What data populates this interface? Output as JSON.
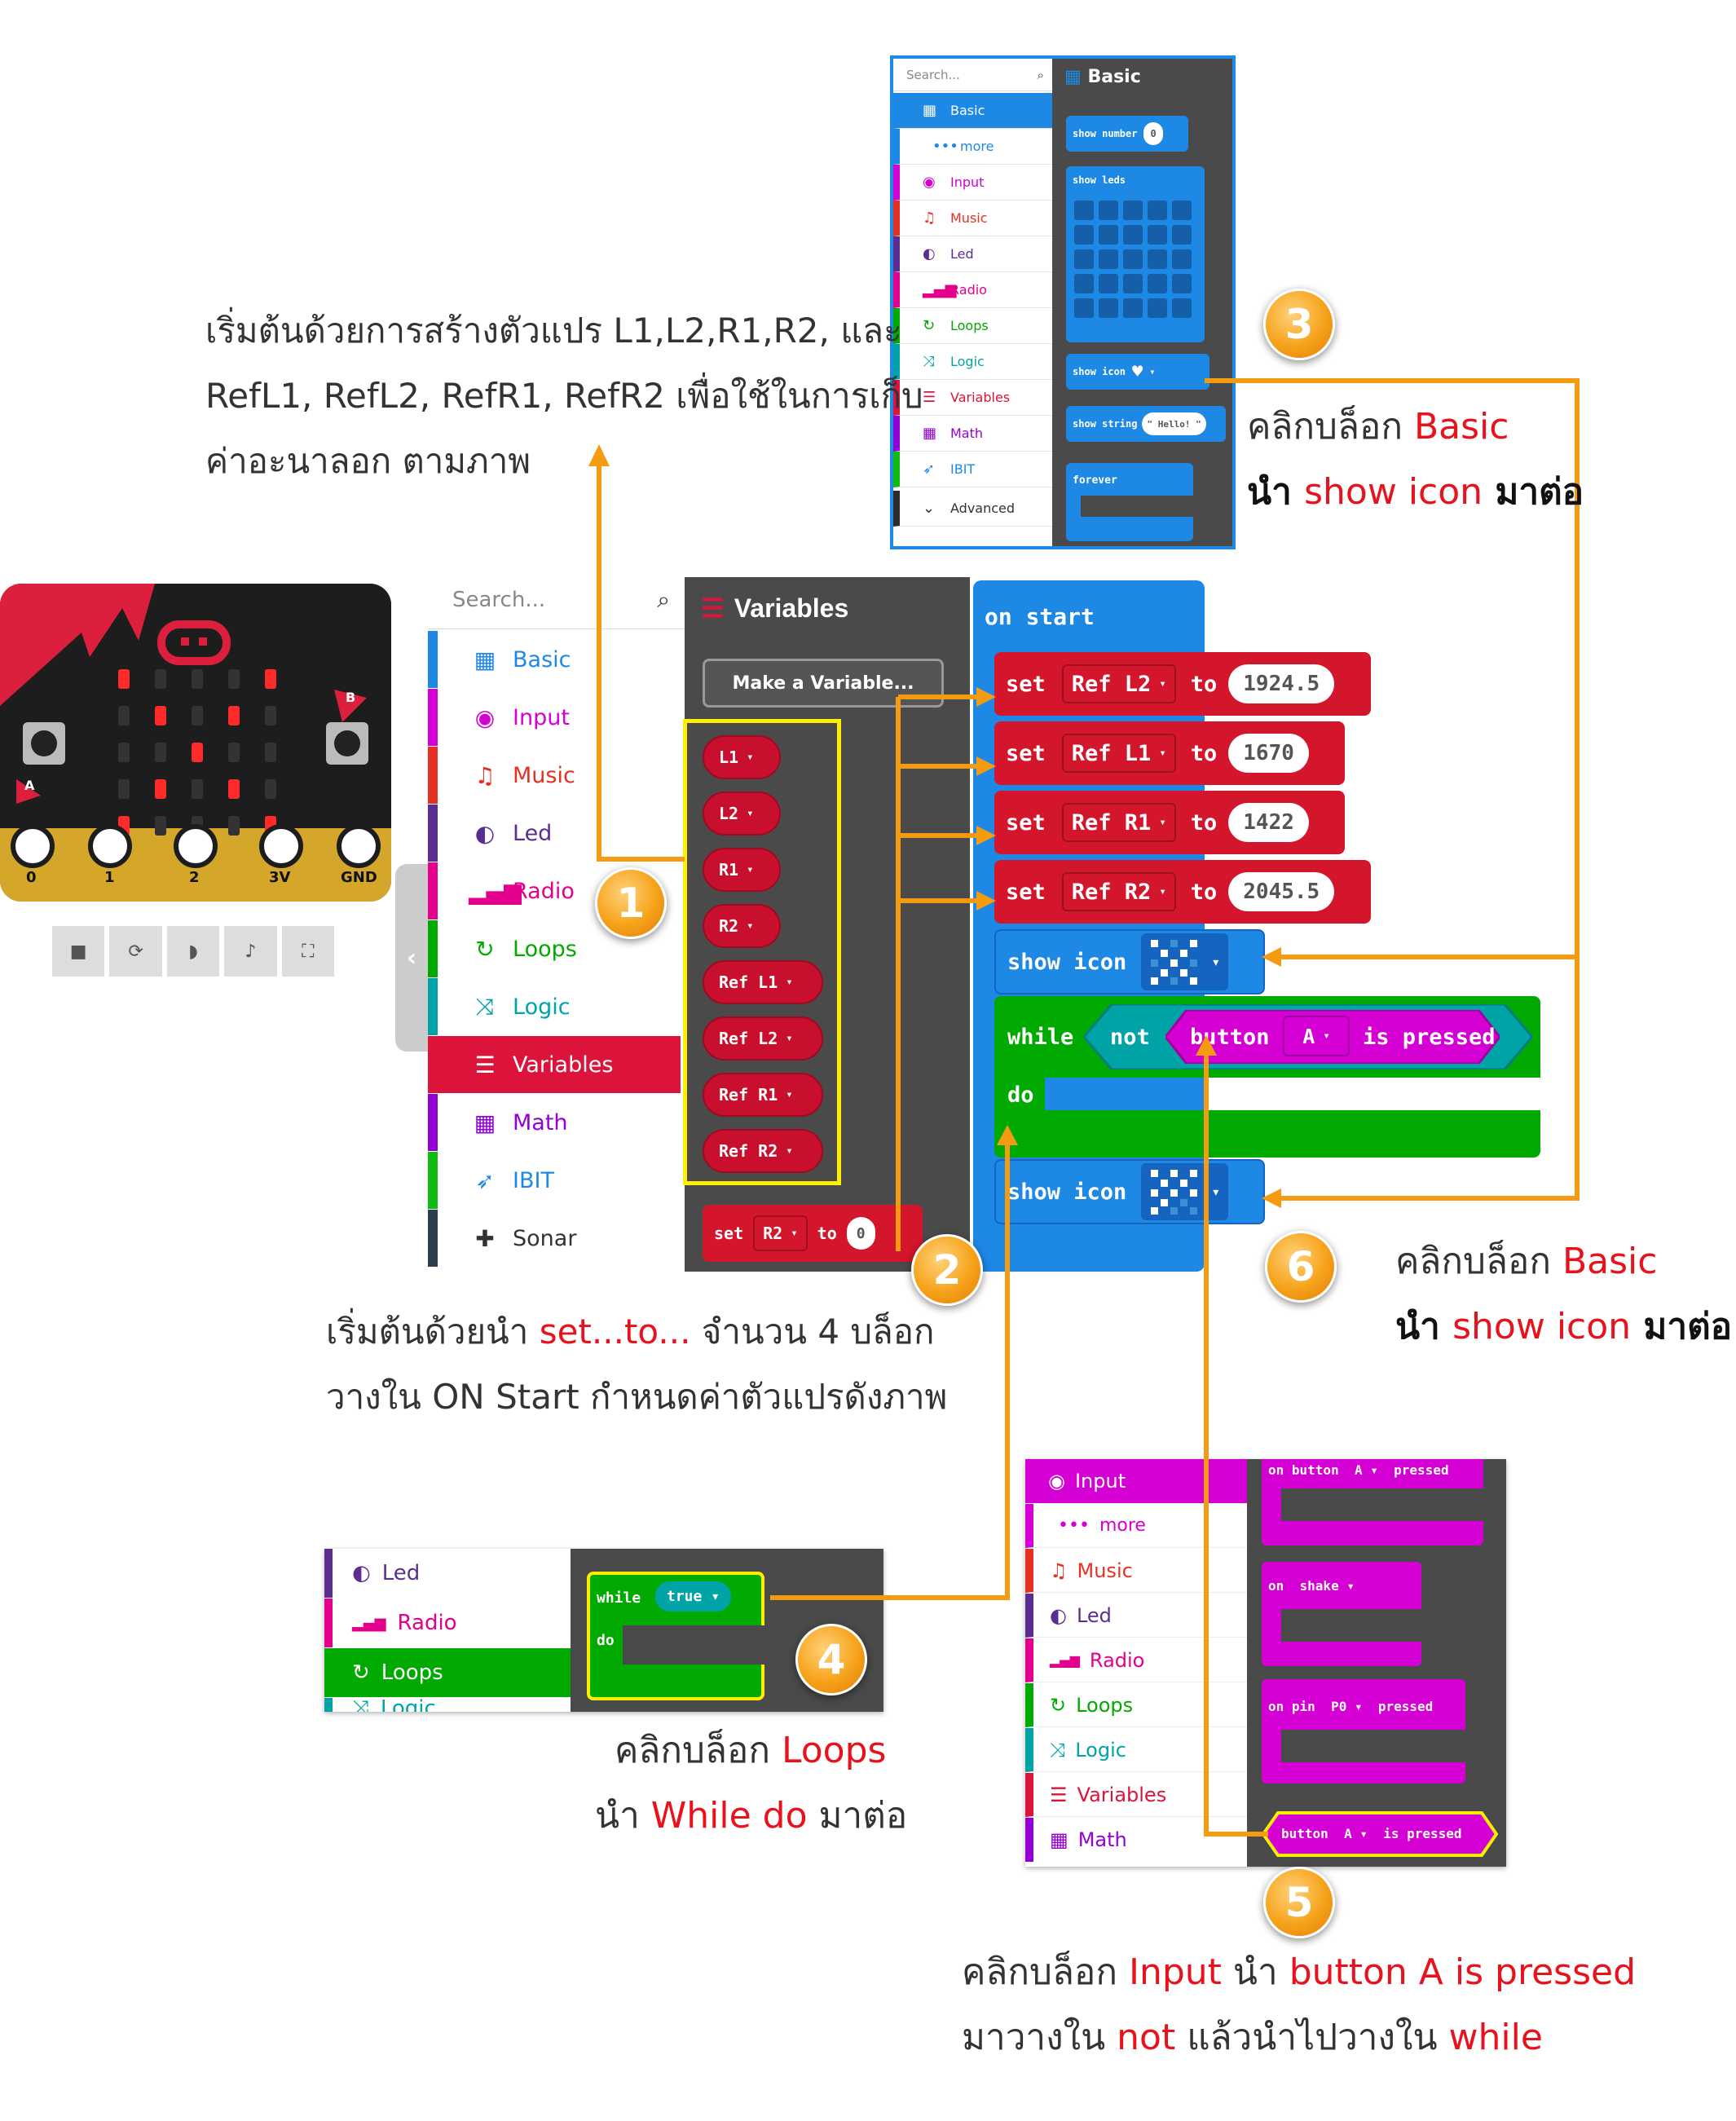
{
  "colors": {
    "basic": "#1e88e5",
    "input": "#d400d4",
    "music": "#e63022",
    "led": "#5c2d91",
    "radio": "#e3008c",
    "loops": "#00aa00",
    "logic": "#00a4a6",
    "variables": "#dc143c",
    "math": "#9400d3",
    "ibit": "#0fbc11",
    "sonar": "#2c3e50",
    "advanced": "#2c2c2c",
    "arrow": "#f59b12",
    "highlight": "#ffee00"
  },
  "annotations": {
    "a1": {
      "line1": "เริ่มต้นด้วยการสร้างตัวแปร L1,L2,R1,R2, และ",
      "line2": "RefL1, RefL2, RefR1, RefR2 เพื่อใช้ในการเก็บ",
      "line3": "ค่าอะนาลอก ตามภาพ"
    },
    "a2": {
      "line1a": "เริ่มต้นด้วยนำ ",
      "line1b": "set...to...",
      "line1c": " จำนวน 4 บล็อก",
      "line2": "วางใน ON Start กำหนดค่าตัวแปรดังภาพ"
    },
    "a3": {
      "line1a": "คลิกบล็อก ",
      "line1b": "Basic",
      "line2a": "นำ ",
      "line2b": "show icon",
      "line2c": " มาต่อ"
    },
    "a4": {
      "line1a": "คลิกบล็อก ",
      "line1b": "Loops",
      "line2a": "นำ ",
      "line2b": "While do",
      "line2c": " มาต่อ"
    },
    "a5": {
      "line1a": "คลิกบล็อก ",
      "line1b": "Input",
      "line1c": " นำ ",
      "line1d": "button A is pressed",
      "line2a": "มาวางใน ",
      "line2b": "not",
      "line2c": " แล้วนำไปวางใน ",
      "line2d": "while"
    },
    "a6": {
      "line1a": "คลิกบล็อก ",
      "line1b": "Basic",
      "line2a": "นำ ",
      "line2b": "show icon",
      "line2c": " มาต่อ"
    }
  },
  "badges": [
    "1",
    "2",
    "3",
    "4",
    "5",
    "6"
  ],
  "simulator": {
    "pins": [
      "0",
      "1",
      "2",
      "3V",
      "GND"
    ],
    "button_a": "A",
    "button_b": "B",
    "controls": [
      "stop-icon",
      "restart-icon",
      "slowmo-icon",
      "sound-icon",
      "fullscreen-icon"
    ]
  },
  "toolbox": {
    "search_placeholder": "Search...",
    "categories": [
      {
        "label": "Basic",
        "icon": "grid-icon"
      },
      {
        "label": "Input",
        "icon": "target-icon"
      },
      {
        "label": "Music",
        "icon": "headphones-icon"
      },
      {
        "label": "Led",
        "icon": "toggle-icon"
      },
      {
        "label": "Radio",
        "icon": "signal-icon"
      },
      {
        "label": "Loops",
        "icon": "loop-icon"
      },
      {
        "label": "Logic",
        "icon": "shuffle-icon"
      },
      {
        "label": "Variables",
        "icon": "list-icon"
      },
      {
        "label": "Math",
        "icon": "calculator-icon"
      },
      {
        "label": "IBIT",
        "icon": "rocket-icon"
      },
      {
        "label": "Sonar",
        "icon": "puzzle-icon"
      }
    ]
  },
  "flyout": {
    "title": "Variables",
    "make_button": "Make a Variable...",
    "vars": [
      "L1",
      "L2",
      "R1",
      "R2",
      "Ref L1",
      "Ref L2",
      "Ref R1",
      "Ref R2"
    ],
    "set_block": {
      "set": "set",
      "var": "R2",
      "to": "to",
      "value": "0"
    }
  },
  "workspace": {
    "on_start": "on start",
    "sets": [
      {
        "set": "set",
        "var": "Ref L2",
        "to": "to",
        "value": "1924.5"
      },
      {
        "set": "set",
        "var": "Ref L1",
        "to": "to",
        "value": "1670"
      },
      {
        "set": "set",
        "var": "Ref R1",
        "to": "to",
        "value": "1422"
      },
      {
        "set": "set",
        "var": "Ref R2",
        "to": "to",
        "value": "2045.5"
      }
    ],
    "show_icon": "show icon",
    "while": "while",
    "not": "not",
    "button": "button",
    "button_key": "A",
    "is_pressed": "is pressed",
    "do": "do"
  },
  "basic_panel": {
    "search": "Search...",
    "title": "Basic",
    "categories": [
      {
        "label": "Basic",
        "icon": "grid-icon"
      },
      {
        "label": "more",
        "icon": "dots-icon"
      },
      {
        "label": "Input",
        "icon": "target-icon"
      },
      {
        "label": "Music",
        "icon": "headphones-icon"
      },
      {
        "label": "Led",
        "icon": "toggle-icon"
      },
      {
        "label": "Radio",
        "icon": "signal-icon"
      },
      {
        "label": "Loops",
        "icon": "loop-icon"
      },
      {
        "label": "Logic",
        "icon": "shuffle-icon"
      },
      {
        "label": "Variables",
        "icon": "list-icon"
      },
      {
        "label": "Math",
        "icon": "calculator-icon"
      },
      {
        "label": "IBIT",
        "icon": "rocket-icon"
      },
      {
        "label": "Advanced",
        "icon": "chevron-down-icon"
      }
    ],
    "blocks": {
      "show_number": "show number",
      "show_number_val": "0",
      "show_leds": "show leds",
      "show_icon": "show icon",
      "show_string": "show string",
      "show_string_val": "\" Hello! \"",
      "forever": "forever"
    }
  },
  "loops_panel": {
    "categories": [
      {
        "label": "Led",
        "icon": "toggle-icon"
      },
      {
        "label": "Radio",
        "icon": "signal-icon"
      },
      {
        "label": "Loops",
        "icon": "loop-icon"
      },
      {
        "label": "Logic",
        "icon": "shuffle-icon"
      }
    ],
    "while": "while",
    "true": "true",
    "do": "do"
  },
  "input_panel": {
    "categories": [
      {
        "label": "Input",
        "icon": "target-icon"
      },
      {
        "label": "more",
        "icon": "dots-icon"
      },
      {
        "label": "Music",
        "icon": "headphones-icon"
      },
      {
        "label": "Led",
        "icon": "toggle-icon"
      },
      {
        "label": "Radio",
        "icon": "signal-icon"
      },
      {
        "label": "Loops",
        "icon": "loop-icon"
      },
      {
        "label": "Logic",
        "icon": "shuffle-icon"
      },
      {
        "label": "Variables",
        "icon": "list-icon"
      },
      {
        "label": "Math",
        "icon": "calculator-icon"
      }
    ],
    "blocks": {
      "on_button": "on button",
      "btn_a": "A",
      "pressed": "pressed",
      "on_shake": "on",
      "shake": "shake",
      "on_pin": "on pin",
      "pin": "P0",
      "pin_pressed": "pressed",
      "button": "button",
      "button_key": "A",
      "is_pressed": "is pressed"
    }
  }
}
